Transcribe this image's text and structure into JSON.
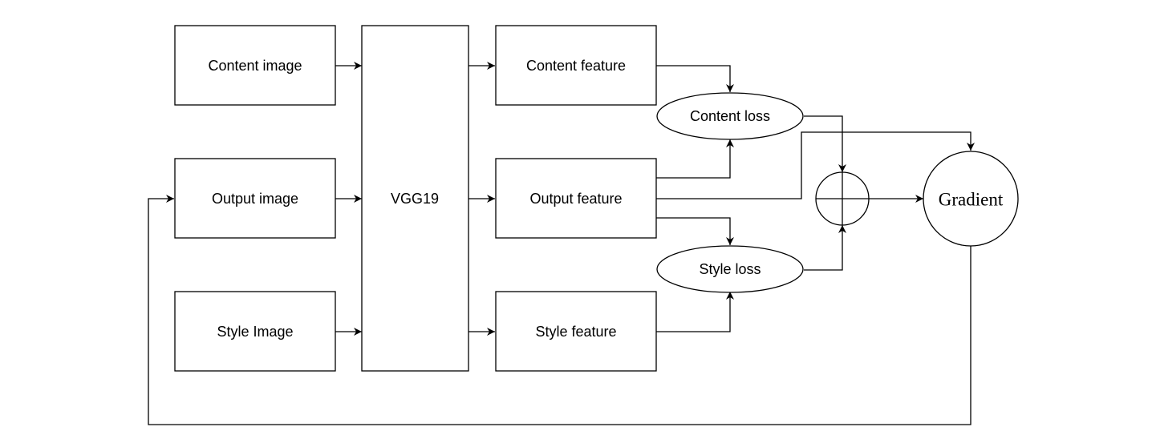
{
  "diagram": {
    "nodes": {
      "content_image": "Content image",
      "output_image": "Output image",
      "style_image": "Style Image",
      "vgg19": "VGG19",
      "content_feature": "Content feature",
      "output_feature": "Output feature",
      "style_feature": "Style feature",
      "content_loss": "Content loss",
      "style_loss": "Style loss",
      "gradient": "Gradient"
    },
    "edges": [
      {
        "from": "content_image",
        "to": "vgg19"
      },
      {
        "from": "output_image",
        "to": "vgg19"
      },
      {
        "from": "style_image",
        "to": "vgg19"
      },
      {
        "from": "vgg19",
        "to": "content_feature"
      },
      {
        "from": "vgg19",
        "to": "output_feature"
      },
      {
        "from": "vgg19",
        "to": "style_feature"
      },
      {
        "from": "content_feature",
        "to": "content_loss"
      },
      {
        "from": "output_feature",
        "to": "content_loss"
      },
      {
        "from": "output_feature",
        "to": "style_loss"
      },
      {
        "from": "style_feature",
        "to": "style_loss"
      },
      {
        "from": "content_loss",
        "to": "sum"
      },
      {
        "from": "style_loss",
        "to": "sum"
      },
      {
        "from": "sum",
        "to": "gradient"
      },
      {
        "from": "output_feature",
        "to": "gradient"
      },
      {
        "from": "gradient",
        "to": "output_image"
      }
    ]
  }
}
